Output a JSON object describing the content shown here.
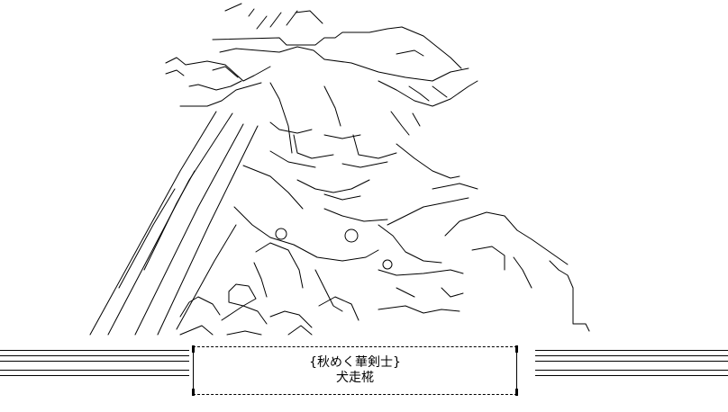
{
  "caption": {
    "work_title": "{秋めく華剣士}",
    "author": "犬走椛"
  },
  "art": {
    "description_icon": "ascii-art-illustration"
  },
  "colors": {
    "ink": "#000000",
    "paper": "#ffffff"
  }
}
